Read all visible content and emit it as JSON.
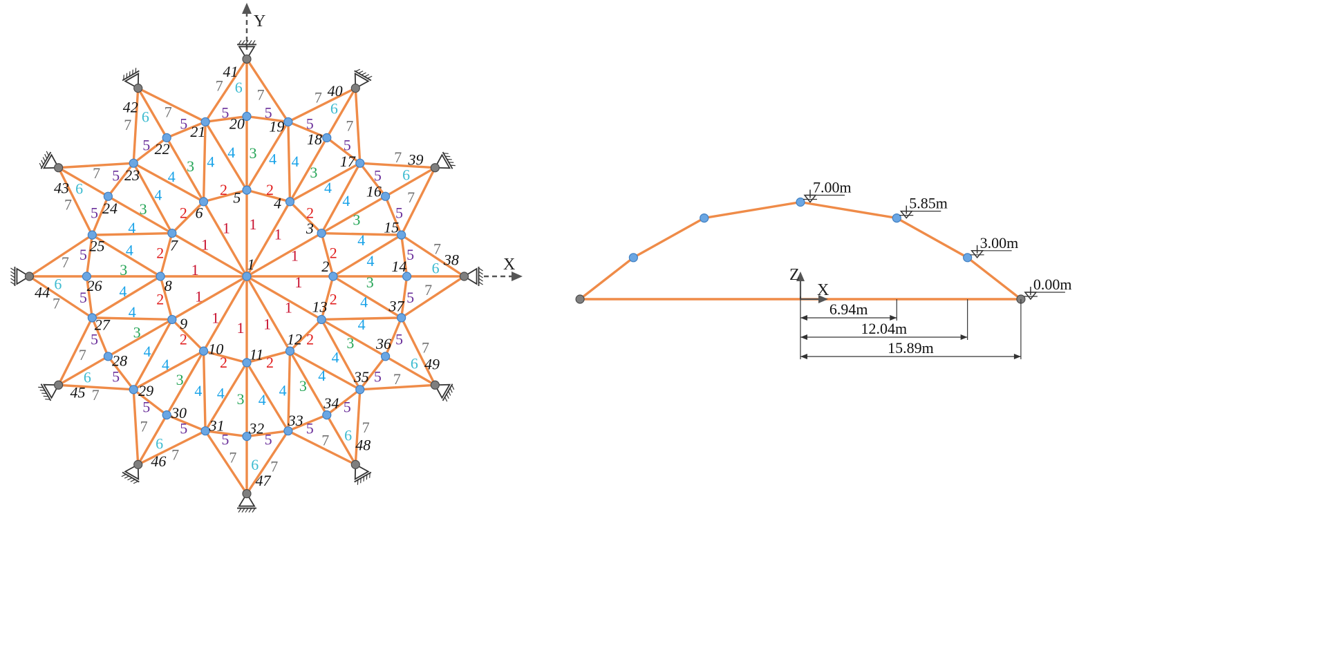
{
  "colors": {
    "member": "#ef8b48",
    "free_node": "#6aa6e3",
    "support_node": "#7f7f7f",
    "group": {
      "1": "#c8102e",
      "2": "#e01b1b",
      "3": "#23a455",
      "4": "#1aa3e8",
      "5": "#6a2f9a",
      "6": "#3dbbd0",
      "7": "#707070"
    }
  },
  "plan": {
    "axis_x_label": "X",
    "axis_y_label": "Y",
    "nodes": [
      {
        "id": "1",
        "x": 0,
        "y": 0,
        "support": false
      },
      {
        "id": "2",
        "x": 5.36,
        "y": 0,
        "support": false
      },
      {
        "id": "3",
        "x": 4.64,
        "y": 2.68,
        "support": false
      },
      {
        "id": "4",
        "x": 2.68,
        "y": 4.64,
        "support": false
      },
      {
        "id": "5",
        "x": 0,
        "y": 5.36,
        "support": false
      },
      {
        "id": "6",
        "x": -2.68,
        "y": 4.64,
        "support": false
      },
      {
        "id": "7",
        "x": -4.64,
        "y": 2.68,
        "support": false
      },
      {
        "id": "8",
        "x": -5.36,
        "y": 0,
        "support": false
      },
      {
        "id": "9",
        "x": -4.64,
        "y": -2.68,
        "support": false
      },
      {
        "id": "10",
        "x": -2.68,
        "y": -4.64,
        "support": false
      },
      {
        "id": "11",
        "x": 0,
        "y": -5.36,
        "support": false
      },
      {
        "id": "12",
        "x": 2.68,
        "y": -4.64,
        "support": false
      },
      {
        "id": "13",
        "x": 4.64,
        "y": -2.68,
        "support": false
      },
      {
        "id": "14",
        "x": 9.94,
        "y": 0,
        "support": false
      },
      {
        "id": "15",
        "x": 9.6,
        "y": 2.57,
        "support": false
      },
      {
        "id": "16",
        "x": 8.61,
        "y": 4.97,
        "support": false
      },
      {
        "id": "17",
        "x": 7.03,
        "y": 7.03,
        "support": false
      },
      {
        "id": "18",
        "x": 4.97,
        "y": 8.61,
        "support": false
      },
      {
        "id": "19",
        "x": 2.57,
        "y": 9.6,
        "support": false
      },
      {
        "id": "20",
        "x": 0,
        "y": 9.94,
        "support": false
      },
      {
        "id": "21",
        "x": -2.57,
        "y": 9.6,
        "support": false
      },
      {
        "id": "22",
        "x": -4.97,
        "y": 8.61,
        "support": false
      },
      {
        "id": "23",
        "x": -7.03,
        "y": 7.03,
        "support": false
      },
      {
        "id": "24",
        "x": -8.61,
        "y": 4.97,
        "support": false
      },
      {
        "id": "25",
        "x": -9.6,
        "y": 2.57,
        "support": false
      },
      {
        "id": "26",
        "x": -9.94,
        "y": 0,
        "support": false
      },
      {
        "id": "27",
        "x": -9.6,
        "y": -2.57,
        "support": false
      },
      {
        "id": "28",
        "x": -8.61,
        "y": -4.97,
        "support": false
      },
      {
        "id": "29",
        "x": -7.03,
        "y": -7.03,
        "support": false
      },
      {
        "id": "30",
        "x": -4.97,
        "y": -8.61,
        "support": false
      },
      {
        "id": "31",
        "x": -2.57,
        "y": -9.6,
        "support": false
      },
      {
        "id": "32",
        "x": 0,
        "y": -9.94,
        "support": false
      },
      {
        "id": "33",
        "x": 2.57,
        "y": -9.6,
        "support": false
      },
      {
        "id": "34",
        "x": 4.97,
        "y": -8.61,
        "support": false
      },
      {
        "id": "35",
        "x": 7.03,
        "y": -7.03,
        "support": false
      },
      {
        "id": "36",
        "x": 8.61,
        "y": -4.97,
        "support": false
      },
      {
        "id": "37",
        "x": 9.6,
        "y": -2.57,
        "support": false
      },
      {
        "id": "38",
        "x": 13.5,
        "y": 0,
        "support": true
      },
      {
        "id": "39",
        "x": 11.69,
        "y": 6.75,
        "support": true
      },
      {
        "id": "40",
        "x": 6.75,
        "y": 11.69,
        "support": true
      },
      {
        "id": "41",
        "x": 0,
        "y": 13.5,
        "support": true
      },
      {
        "id": "42",
        "x": -6.75,
        "y": 11.69,
        "support": true
      },
      {
        "id": "43",
        "x": -11.69,
        "y": 6.75,
        "support": true
      },
      {
        "id": "44",
        "x": -13.5,
        "y": 0,
        "support": true
      },
      {
        "id": "45",
        "x": -11.69,
        "y": -6.75,
        "support": true
      },
      {
        "id": "46",
        "x": -6.75,
        "y": -11.69,
        "support": true
      },
      {
        "id": "47",
        "x": 0,
        "y": -13.5,
        "support": true
      },
      {
        "id": "48",
        "x": 6.75,
        "y": -11.69,
        "support": true
      },
      {
        "id": "49",
        "x": 11.69,
        "y": -6.75,
        "support": true
      }
    ]
  },
  "elevation": {
    "axis_x_label": "X",
    "axis_z_label": "Z",
    "levels": [
      "7.00m",
      "5.85m",
      "3.00m",
      "0.00m"
    ],
    "dimensions": [
      "6.94m",
      "12.04m",
      "15.89m"
    ],
    "profile": [
      {
        "x": -15.89,
        "z": 0
      },
      {
        "x": -12.04,
        "z": 3.0
      },
      {
        "x": -6.94,
        "z": 5.85
      },
      {
        "x": 0,
        "z": 7.0
      },
      {
        "x": 6.94,
        "z": 5.85
      },
      {
        "x": 12.04,
        "z": 3.0
      },
      {
        "x": 15.89,
        "z": 0
      }
    ]
  }
}
